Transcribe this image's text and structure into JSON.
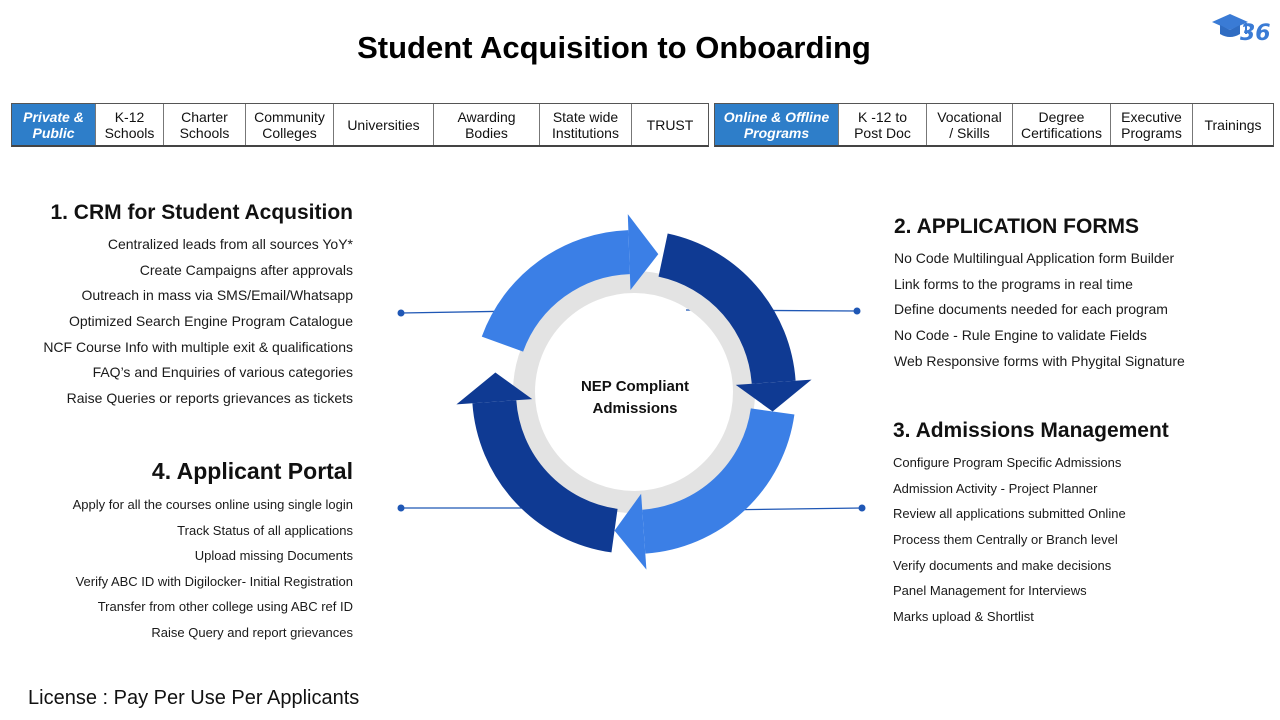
{
  "title": "Student Acquisition to Onboarding",
  "logo_text": "36",
  "tabs_left": [
    {
      "label": "Private &\nPublic",
      "highlight": true,
      "width": 84
    },
    {
      "label": "K-12\nSchools",
      "highlight": false,
      "width": 68
    },
    {
      "label": "Charter\nSchools",
      "highlight": false,
      "width": 82
    },
    {
      "label": "Community\nColleges",
      "highlight": false,
      "width": 88
    },
    {
      "label": "Universities",
      "highlight": false,
      "width": 100
    },
    {
      "label": "Awarding\nBodies",
      "highlight": false,
      "width": 106
    },
    {
      "label": "State wide\nInstitutions",
      "highlight": false,
      "width": 92
    },
    {
      "label": "TRUST",
      "highlight": false,
      "width": 76
    }
  ],
  "tabs_right": [
    {
      "label": "Online & Offline\nPrograms",
      "highlight": true,
      "width": 124
    },
    {
      "label": "K -12 to\nPost Doc",
      "highlight": false,
      "width": 88
    },
    {
      "label": "Vocational\n/ Skills",
      "highlight": false,
      "width": 86
    },
    {
      "label": "Degree\nCertifications",
      "highlight": false,
      "width": 98
    },
    {
      "label": "Executive\nPrograms",
      "highlight": false,
      "width": 82
    },
    {
      "label": "Trainings",
      "highlight": false,
      "width": 80
    }
  ],
  "sections": {
    "crm": {
      "title": "1. CRM for Student Acqusition",
      "items": [
        "Centralized leads from all sources YoY*",
        "Create Campaigns after approvals",
        "Outreach in mass via SMS/Email/Whatsapp",
        "Optimized Search Engine Program Catalogue",
        "NCF Course Info with multiple exit & qualifications",
        "FAQ’s and Enquiries of various categories",
        "Raise Queries or reports grievances as tickets"
      ]
    },
    "forms": {
      "title": "2. APPLICATION FORMS",
      "items": [
        "No Code Multilingual Application form Builder",
        "Link forms to the programs in real time",
        "Define documents needed for each program",
        "No Code - Rule Engine to validate Fields",
        "Web Responsive forms with Phygital Signature"
      ]
    },
    "admissions": {
      "title": "3. Admissions Management",
      "items": [
        "Configure Program Specific Admissions",
        "Admission Activity - Project Planner",
        "Review all applications submitted Online",
        "Process them Centrally or Branch level",
        "Verify documents and make decisions",
        "Panel Management for Interviews",
        "Marks upload & Shortlist"
      ]
    },
    "portal": {
      "title": "4. Applicant Portal",
      "items": [
        "Apply for all the courses online using single login",
        "Track Status of all applications",
        "Upload missing Documents",
        "Verify ABC ID with Digilocker- Initial Registration",
        "Transfer from other college using ABC ref ID",
        "Raise Query and report grievances"
      ]
    }
  },
  "center_label": "NEP Compliant\nAdmissions",
  "license": "License : Pay Per Use Per Applicants",
  "colors": {
    "tab_highlight": "#2e7ec9",
    "arrow_light": "#3b7fe6",
    "arrow_dark": "#0f3a93",
    "connector": "#1f57b5",
    "inner_ring": "#e3e3e3"
  }
}
